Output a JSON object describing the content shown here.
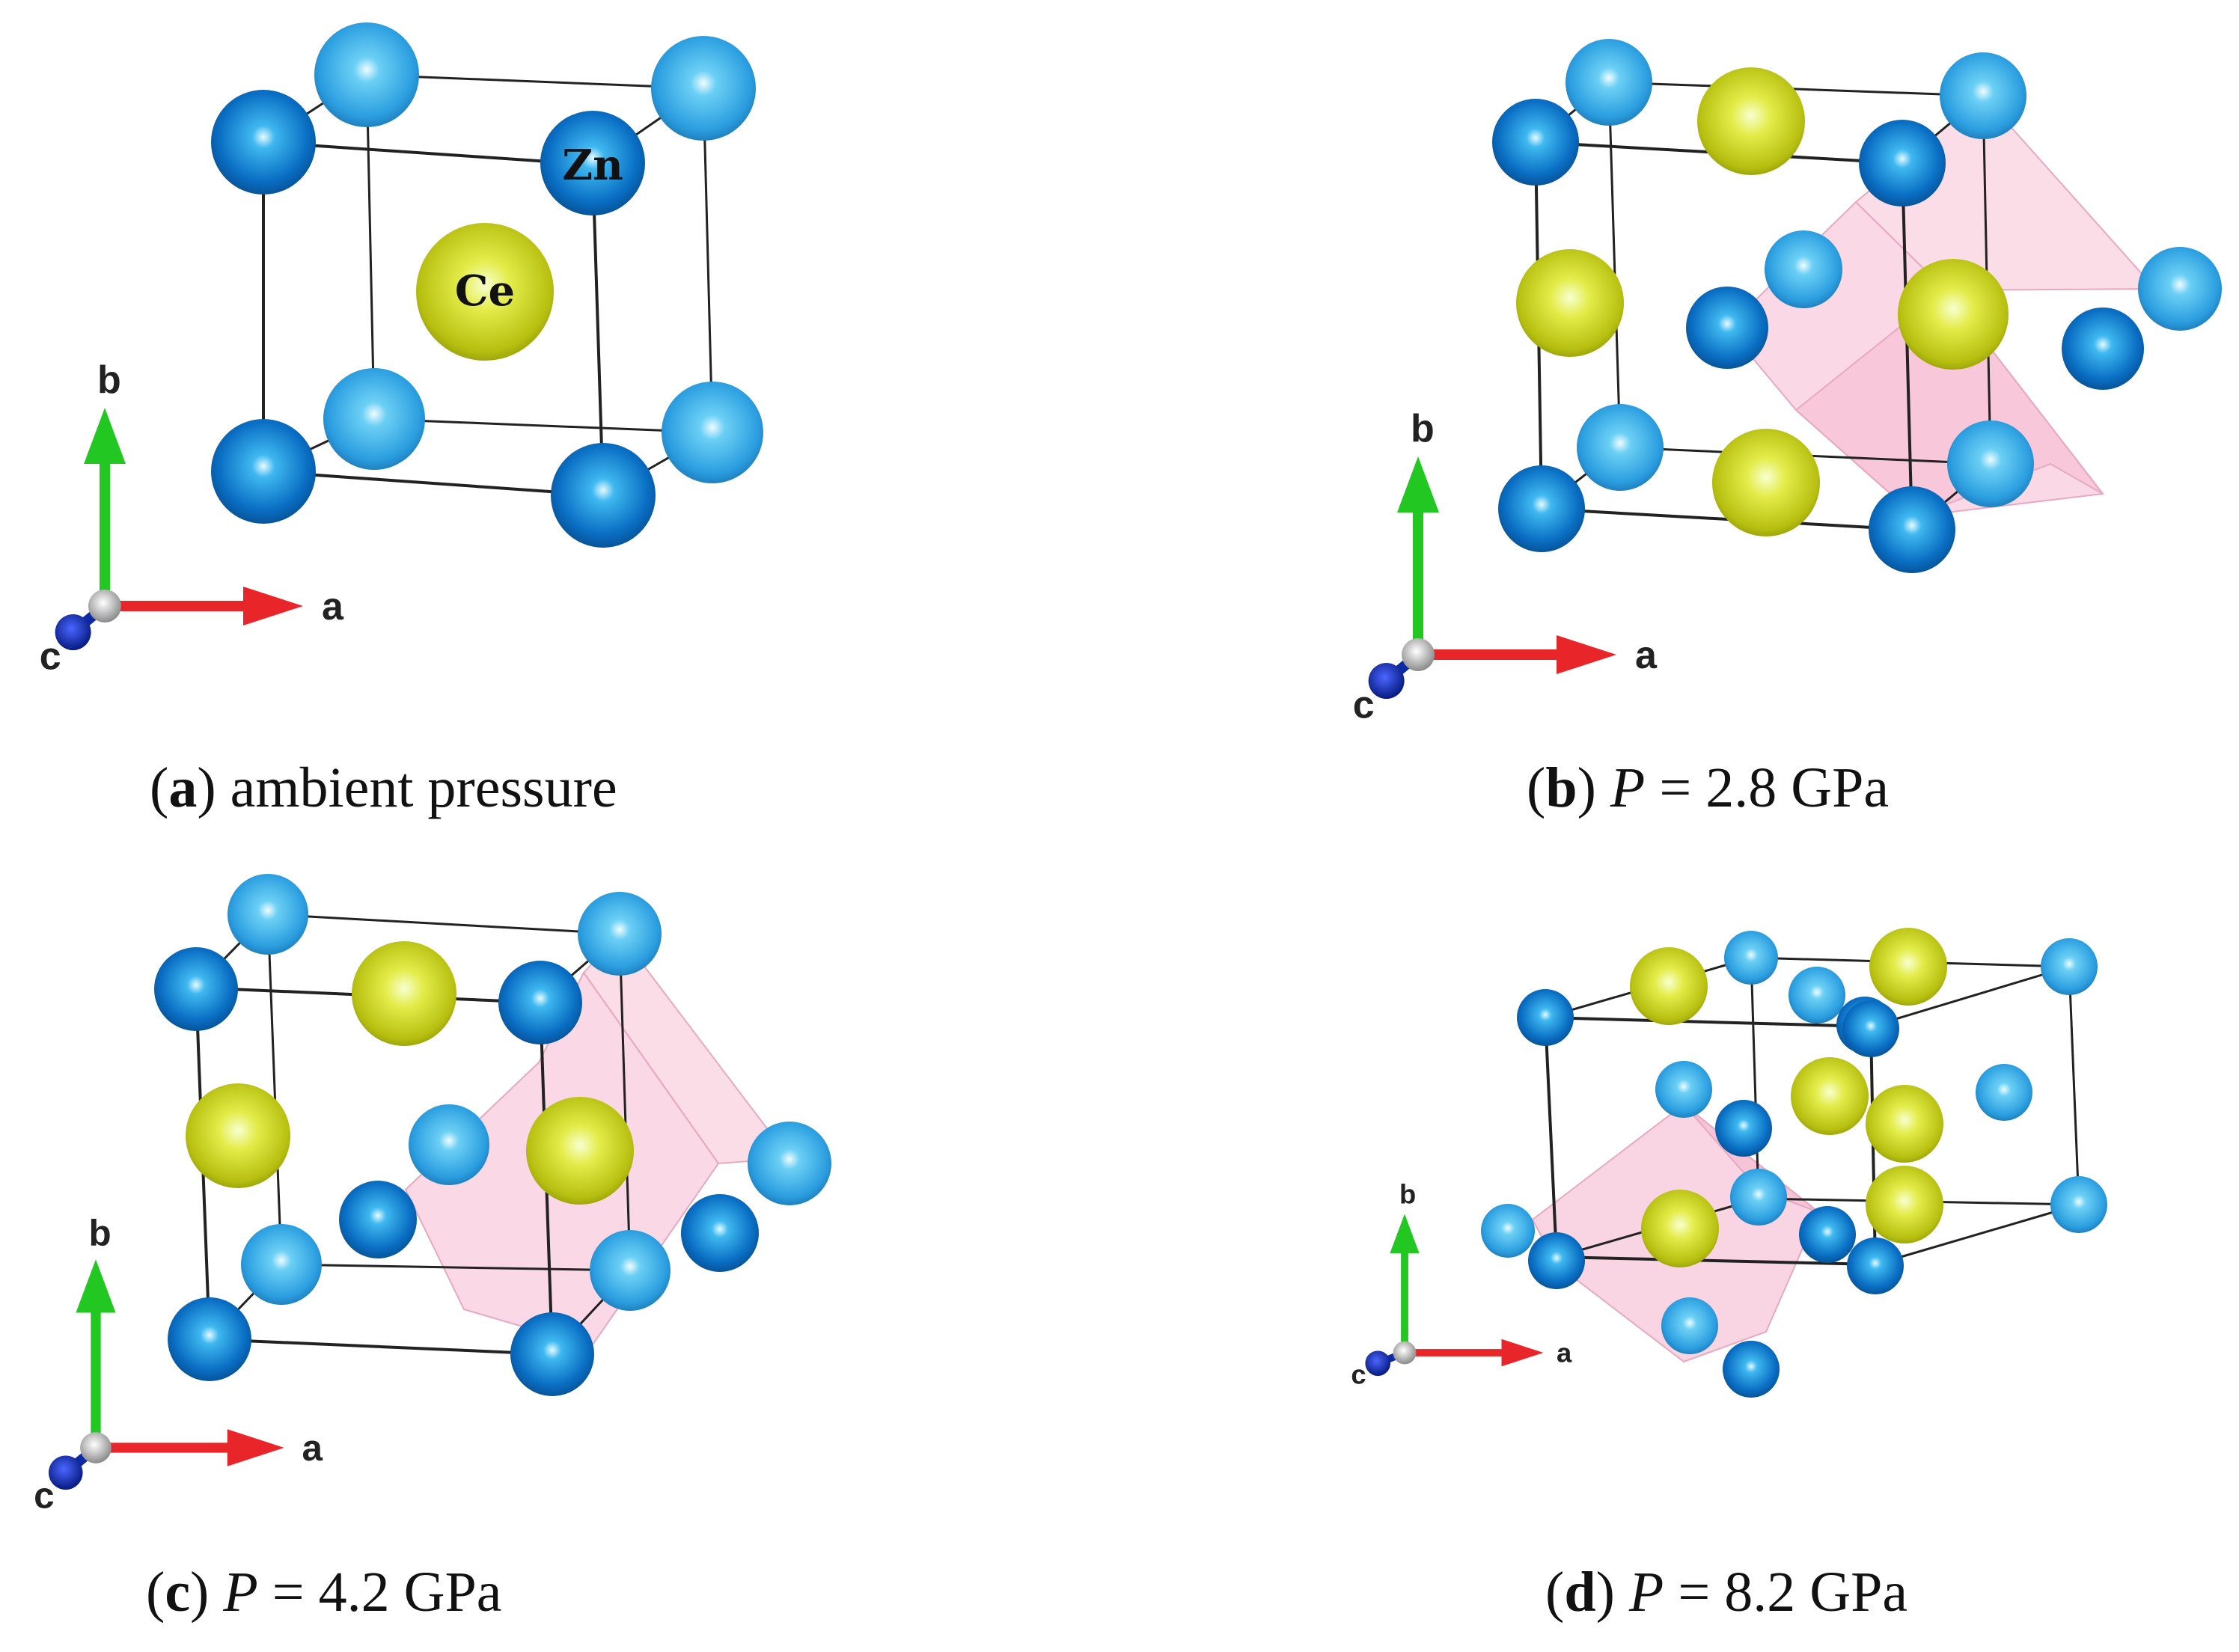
{
  "panels": [
    {
      "id": "a",
      "letter": "a",
      "variable": "",
      "text": "ambient pressure",
      "atom_labels": {
        "zn": "Zn",
        "ce": "Ce"
      }
    },
    {
      "id": "b",
      "letter": "b",
      "variable": "P",
      "text": "= 2.8 GPa"
    },
    {
      "id": "c",
      "letter": "c",
      "variable": "P",
      "text": "= 4.2 GPa"
    },
    {
      "id": "d",
      "letter": "d",
      "variable": "P",
      "text": "= 8.2 GPa"
    }
  ],
  "axes": {
    "a": "a",
    "b": "b",
    "c": "c"
  },
  "colors": {
    "zn_front": "#0a6fc4",
    "zn_back": "#2b9ee0",
    "ce": "#c9d21a",
    "polyhedron": "#f4a9c6",
    "axis_a": "#e8262a",
    "axis_b": "#22c722",
    "axis_c": "#0d2aa6",
    "edge": "#222222"
  }
}
